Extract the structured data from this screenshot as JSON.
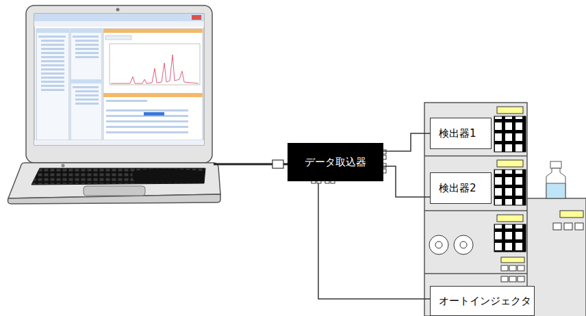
{
  "diagram": {
    "nodes": [
      {
        "text": [
          "データ取込器"
        ]
      },
      {
        "text": [
          "検出器1"
        ]
      },
      {
        "text": [
          "検出器2"
        ]
      },
      {
        "text": [
          "オートインジェクタ"
        ]
      }
    ],
    "edges": [
      {
        "from": 0,
        "to": 1,
        "arrow": "none"
      },
      {
        "from": 0,
        "to": 2,
        "arrow": "none"
      },
      {
        "from": 0,
        "to": 3,
        "arrow": "none"
      }
    ]
  }
}
